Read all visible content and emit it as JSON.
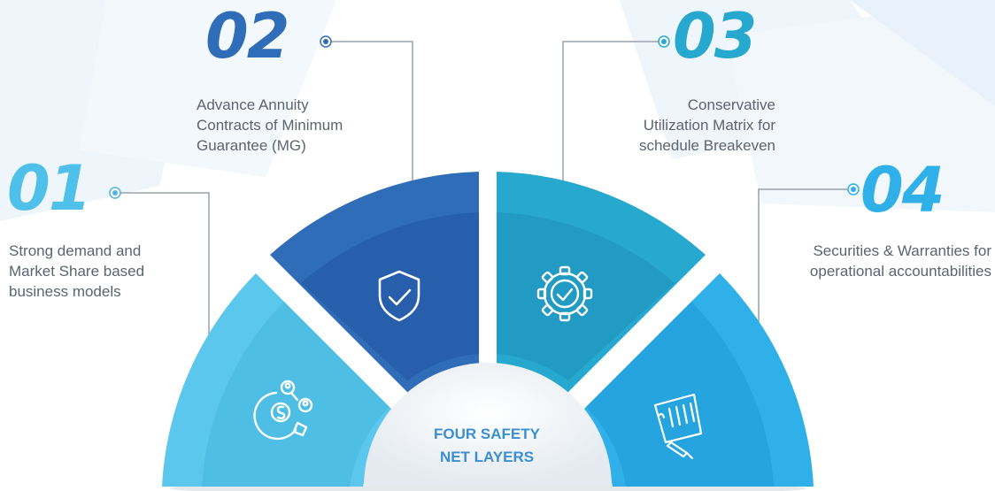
{
  "layers": [
    {
      "number": "01",
      "lines": [
        "Strong demand and",
        "Market Share based",
        "business models"
      ],
      "color": "#5cc7ec",
      "icon": "money-network-icon"
    },
    {
      "number": "02",
      "lines": [
        "Advance Annuity",
        "Contracts of Minimum",
        "Guarantee (MG)"
      ],
      "color": "#2f6db8",
      "icon": "shield-check-icon"
    },
    {
      "number": "03",
      "lines": [
        "Conservative",
        "Utilization Matrix for",
        "schedule Breakeven"
      ],
      "color": "#27a8cf",
      "icon": "gear-check-icon"
    },
    {
      "number": "04",
      "lines": [
        "Securities & Warranties for",
        "operational accountabilities"
      ],
      "color": "#2fb0e8",
      "icon": "document-pen-icon"
    }
  ],
  "center": {
    "lines": [
      "FOUR SAFETY",
      "NET LAYERS"
    ]
  },
  "colors": {
    "text": "#5c6470",
    "connector": "#9aa2ab",
    "dot": "#4fb3e3"
  }
}
